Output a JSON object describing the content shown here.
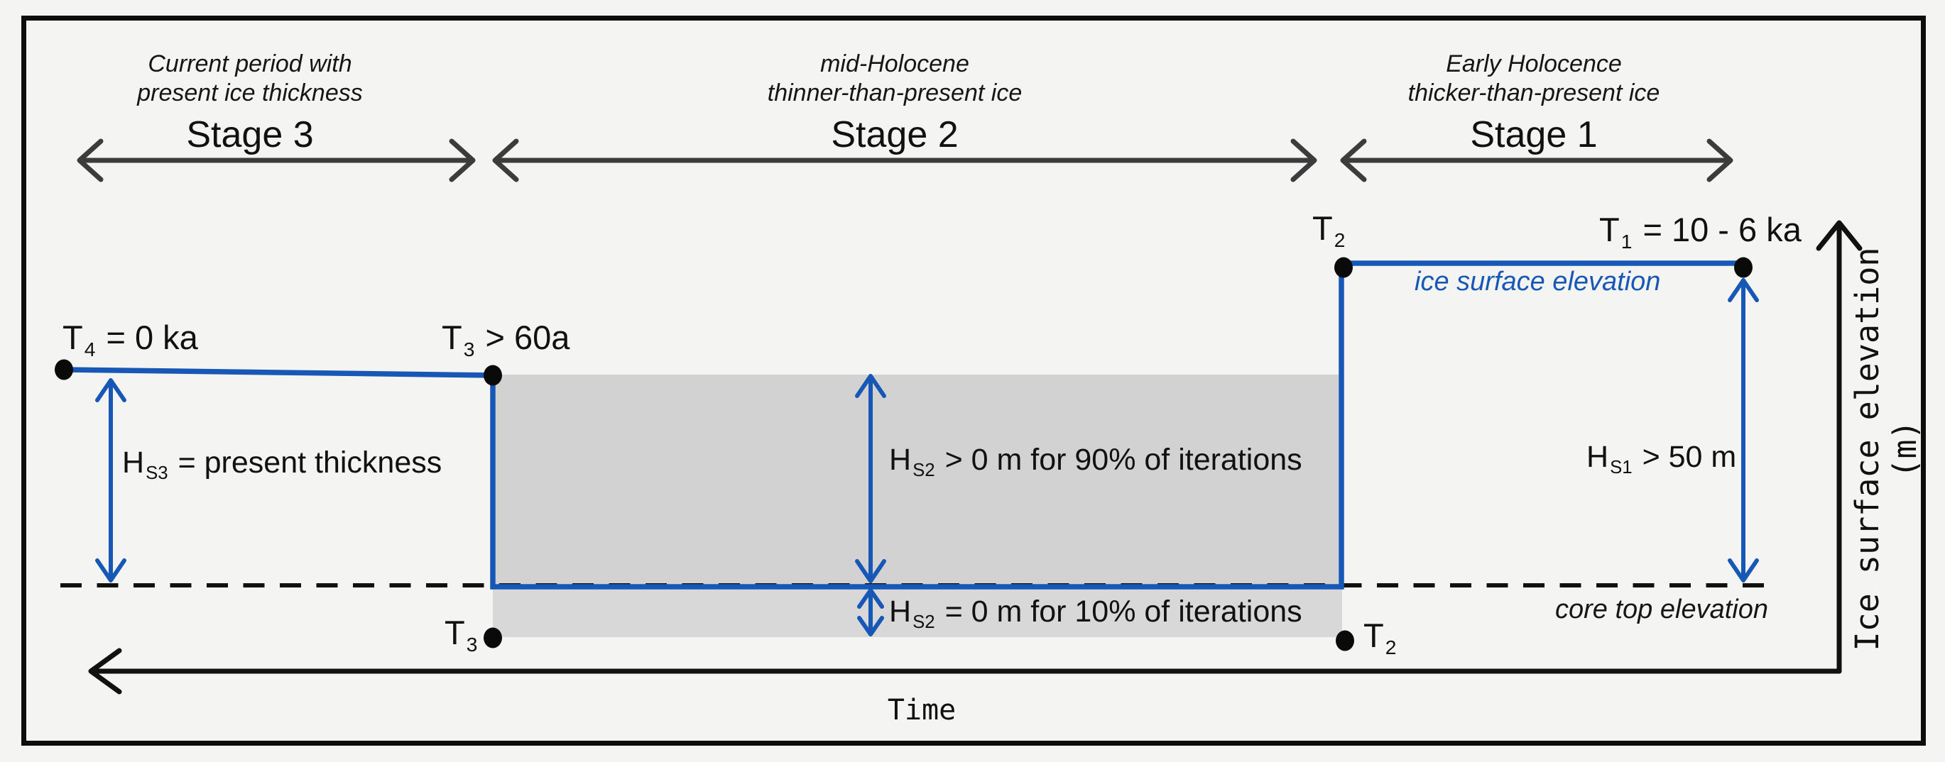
{
  "stages": [
    {
      "desc_line1": "Current period with",
      "desc_line2": "present ice thickness",
      "label": "Stage 3"
    },
    {
      "desc_line1": "mid-Holocene",
      "desc_line2": "thinner-than-present ice",
      "label": "Stage 2"
    },
    {
      "desc_line1": "Early Holocence",
      "desc_line2": "thicker-than-present ice",
      "label": "Stage 1"
    }
  ],
  "points": {
    "t4": {
      "base": "T",
      "sub": "4",
      "rest": " = 0 ka"
    },
    "t3_top": {
      "base": "T",
      "sub": "3",
      "rest": " > 60a"
    },
    "t3_bottom": {
      "base": "T",
      "sub": "3"
    },
    "t2_top": {
      "base": "T",
      "sub": "2"
    },
    "t2_bottom": {
      "base": "T",
      "sub": "2"
    },
    "t1": {
      "base": "T",
      "sub": "1",
      "rest": " = 10 - 6 ka"
    }
  },
  "measures": {
    "hs3": {
      "base": "H",
      "sub": "S3",
      "rest": " = present thickness"
    },
    "hs2_90": {
      "base": "H",
      "sub": "S2",
      "rest": " > 0 m for 90% of iterations"
    },
    "hs2_10": {
      "base": "H",
      "sub": "S2",
      "rest": " = 0 m for 10% of iterations"
    },
    "hs1": {
      "base": "H",
      "sub": "S1",
      "rest": " > 50 m"
    }
  },
  "annotations": {
    "ice_surface": "ice surface elevation",
    "core_top": "core top elevation"
  },
  "axes": {
    "x_label": "Time",
    "y_label": "Ice surface elevation (m)"
  },
  "colors": {
    "line_blue": "#1757b5",
    "box_gray": "#d2d2d3",
    "strip_gray": "#d8d8d9",
    "extent_arrow_gray": "#3c3c3c",
    "background": "#f4f5f2"
  }
}
